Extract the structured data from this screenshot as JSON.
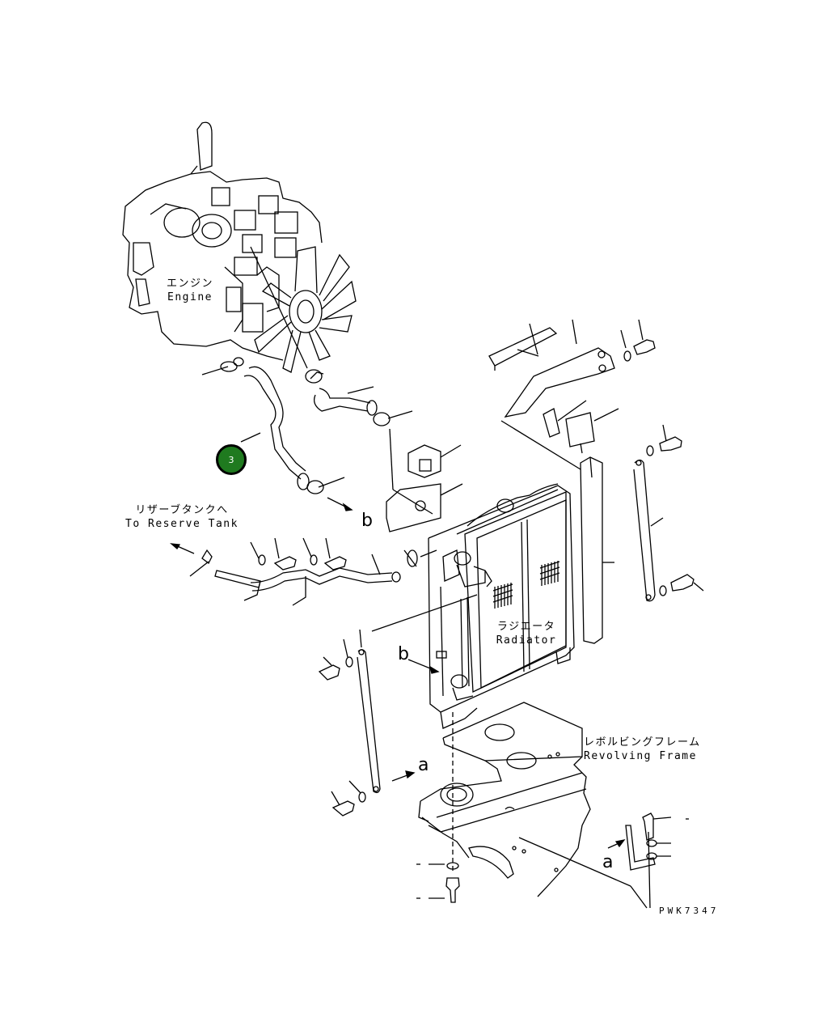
{
  "labels": {
    "engine_jp": "エンジン",
    "engine_en": "Engine",
    "reserve_jp": "リザーブタンクへ",
    "reserve_en": "To Reserve Tank",
    "radiator_jp": "ラジエータ",
    "radiator_en": "Radiator",
    "frame_jp": "レボルビングフレーム",
    "frame_en": "Revolving Frame",
    "drawing_code": "PWK7347"
  },
  "callout": {
    "number": "3",
    "color": "#1f7a1f"
  },
  "refs": {
    "a": "a",
    "b": "b"
  }
}
